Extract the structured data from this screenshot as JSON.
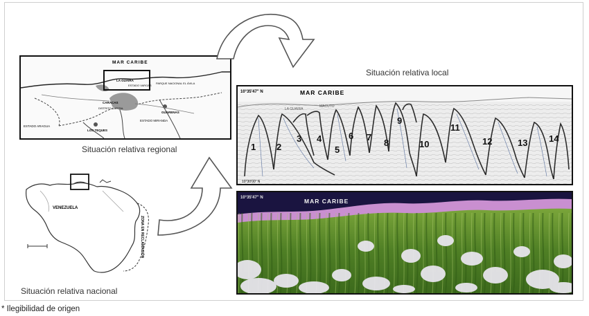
{
  "captions": {
    "regional": "Situación relativa regional",
    "local": "Situación relativa local",
    "national": "Situación relativa nacional"
  },
  "footnote": "* Ilegibilidad de origen",
  "regional_map": {
    "sea_label": "MAR CARIBE",
    "labels": [
      "LA GUAIRA",
      "ESTADO VARGAS",
      "PARQUE NACIONAL EL ÁVILA",
      "CARACAS",
      "DISTRITO CAPITAL",
      "GUARENAS",
      "ESTADO MIRANDA",
      "LOS TEQUES",
      "ESTADO ARAGUA"
    ]
  },
  "national_map": {
    "country_label": "VENEZUELA",
    "side_label": "ZONA EN RECLAMACIÓN"
  },
  "local_map": {
    "sea_label": "MAR CARIBE",
    "corner_label": "10°35'47\" N",
    "bottom_label": "10°30'00\" N",
    "town_labels": [
      "LA GUAIRA",
      "MACUTO"
    ],
    "watershed_numbers": [
      "1",
      "2",
      "3",
      "4",
      "5",
      "6",
      "7",
      "8",
      "9",
      "10",
      "11",
      "12",
      "13",
      "14"
    ]
  },
  "satellite_map": {
    "sea_label": "MAR CARIBE",
    "corner_label": "10°35'47\" N"
  },
  "colors": {
    "frame": "#cfcfcf",
    "sea_dark": "#1a1440",
    "coast_pink": "#c98fd0",
    "vegetation": "#5a8c2a",
    "cloud": "#ece8f2"
  }
}
